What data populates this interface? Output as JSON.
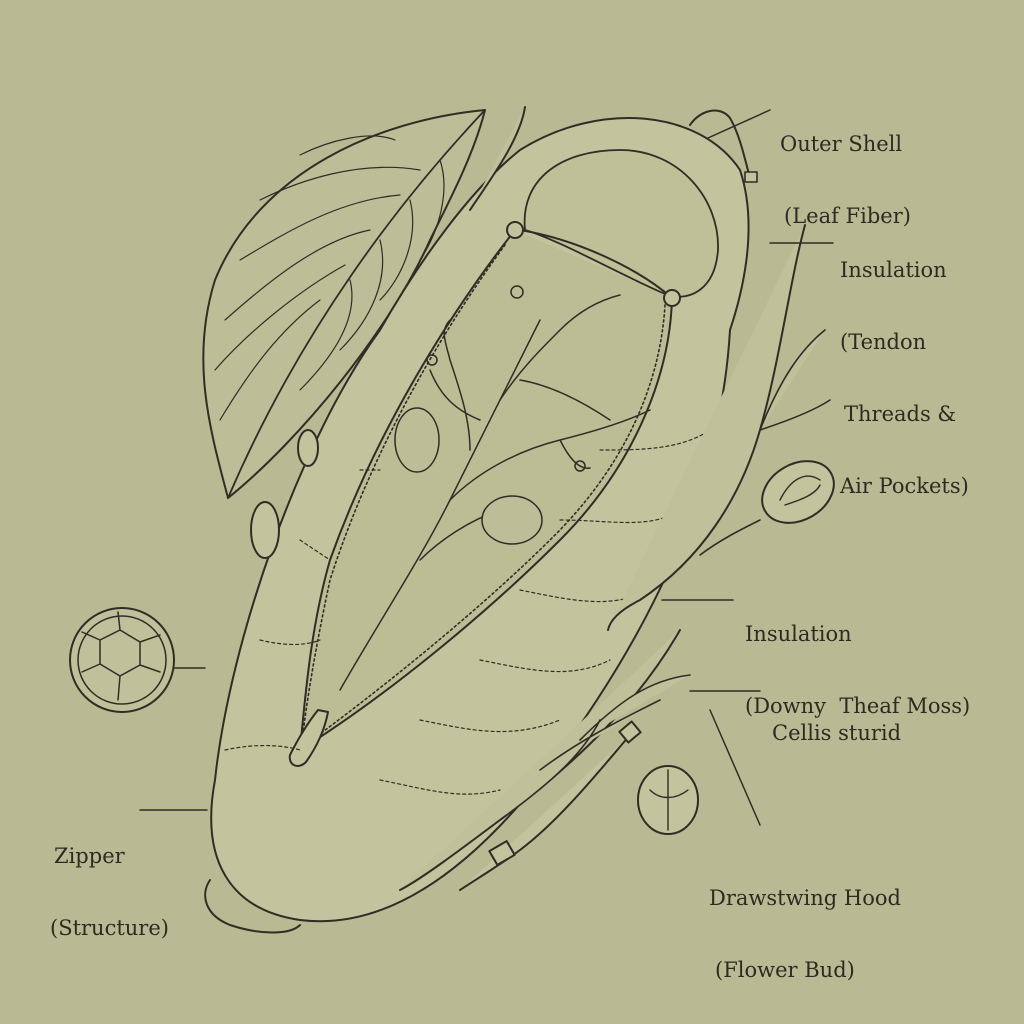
{
  "background_color": "#b9b994",
  "ink_color": "#2e2e26",
  "fill_color": "#c2c29c",
  "labels": {
    "outer_shell": {
      "line1": "Outer Shell",
      "line2": "(Leaf Fiber)"
    },
    "insulation_tendon": {
      "line1": "Insulation",
      "line2": "(Tendon",
      "line3": "Threads &",
      "line4": "Air Pockets)"
    },
    "insulation_moss": {
      "line1": "Insulation",
      "line2": "(Downy  Theaf Moss)"
    },
    "cellis": {
      "line1": "Cellis sturid"
    },
    "drawstring": {
      "line1": "Drawstwing Hood",
      "line2": "(Flower Bud)"
    },
    "zipper": {
      "line1": "Zipper",
      "line2": "(Structure)"
    }
  },
  "figures": [
    "sleeping-bag",
    "leaf",
    "branching-twigs",
    "seed-pods",
    "cell-circle",
    "zipper-pull",
    "strap-buckle"
  ]
}
